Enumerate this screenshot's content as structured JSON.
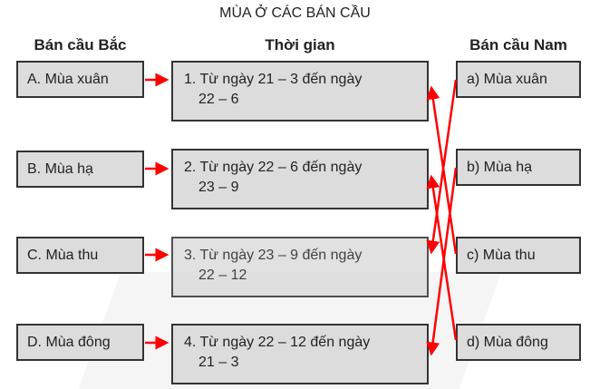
{
  "title": "MÙA Ở CÁC BÁN CẦU",
  "headers": {
    "north": "Bán cầu Bắc",
    "time": "Thời gian",
    "south": "Bán cầu Nam"
  },
  "north": [
    "A. Mùa xuân",
    "B. Mùa hạ",
    "C. Mùa thu",
    "D. Mùa đông"
  ],
  "time": [
    {
      "line1": "1. Từ ngày 21 – 3 đến ngày",
      "line2": "22 – 6"
    },
    {
      "line1": "2. Từ ngày 22 – 6 đến ngày",
      "line2": "23 – 9"
    },
    {
      "line1": "3. Từ ngày 23 – 9 đến ngày",
      "line2": "22 – 12"
    },
    {
      "line1": "4. Từ ngày 22 – 12 đến ngày",
      "line2": "21 – 3"
    }
  ],
  "south": [
    "a) Mùa xuân",
    "b) Mùa hạ",
    "c) Mùa thu",
    "d) Mùa đông"
  ],
  "colors": {
    "arrow": "#ff0000",
    "box": "#dcdcdc"
  }
}
